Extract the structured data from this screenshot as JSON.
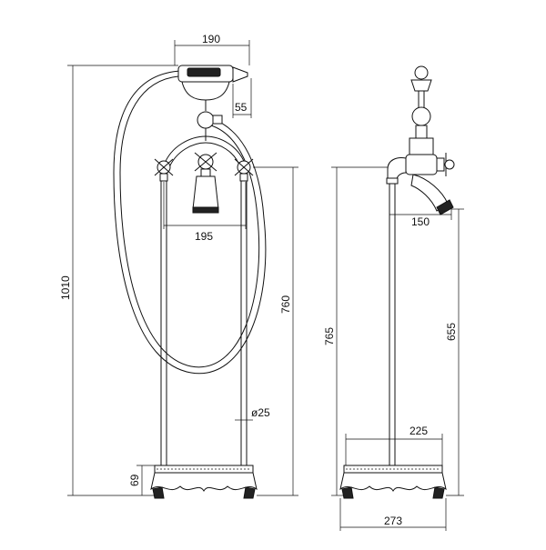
{
  "front_view": {
    "dim_handset_length": "190",
    "dim_handset_head": "55",
    "dim_valve_spacing": "195",
    "dim_total_height": "1010",
    "dim_valve_height": "760",
    "dim_pipe_diameter": "ø25",
    "dim_base_height": "69"
  },
  "side_view": {
    "dim_spout_projection": "150",
    "dim_spout_height": "765",
    "dim_spout_outlet_height": "655",
    "dim_base_inner": "225",
    "dim_base_outer": "273"
  }
}
